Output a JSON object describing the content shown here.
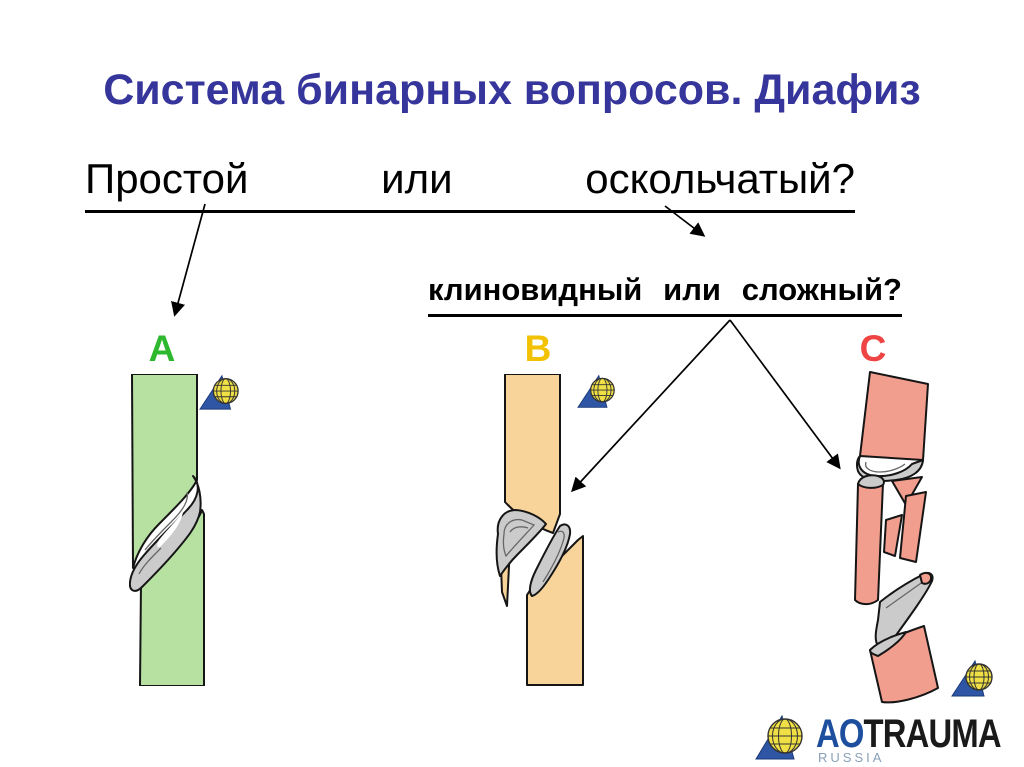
{
  "slide": {
    "title": "Система бинарных вопросов. Диафиз",
    "question1": {
      "words": [
        "Простой",
        "или",
        "оскольчатый?"
      ]
    },
    "question2": {
      "words": [
        "клиновидный",
        "или",
        "сложный?"
      ]
    },
    "labels": {
      "a": "A",
      "b": "B",
      "c": "C"
    },
    "bones": {
      "a_type": "simple-oblique-fracture",
      "b_type": "wedge-fracture",
      "c_type": "complex-multifragmentary-fracture"
    },
    "logo": {
      "ao": "AO",
      "trauma": "TRAUMA",
      "country": "RUSSIA"
    },
    "icons": {
      "marker": "ao-globe-icon",
      "brand": "aotrauma-logo"
    },
    "colors": {
      "title": "#35359b",
      "label_a": "#2eb82e",
      "label_b": "#f2c200",
      "label_c": "#ee4444",
      "bone_a": "#b7e1a1",
      "bone_b": "#f9d49a",
      "bone_c": "#f29e8e",
      "fragment_gray": "#cbcbcb",
      "logo_blue": "#1d4f9e",
      "logo_dark": "#1a1a1a",
      "logo_country_gray": "#8aa0b8",
      "globe_yellow": "#f0e045",
      "triangle_blue": "#2e56a4"
    }
  }
}
